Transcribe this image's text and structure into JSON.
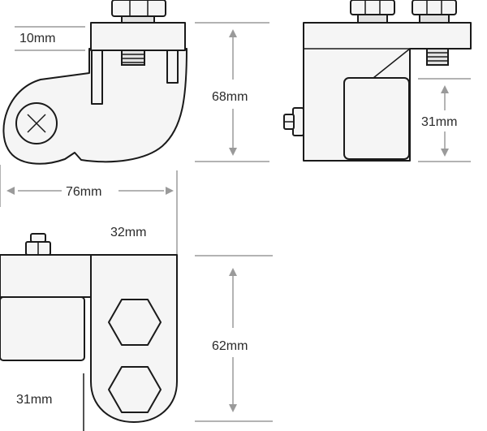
{
  "dimensions": {
    "top_left_bolt_gap": "10mm",
    "side_height": "68mm",
    "front_block_height": "31mm",
    "side_width": "76mm",
    "plan_clamp_width": "32mm",
    "plan_height": "62mm",
    "plan_block_width": "31mm"
  },
  "colors": {
    "line": "#1a1a1a",
    "dimension": "#9a9a9a",
    "fill": "#f5f5f5"
  }
}
